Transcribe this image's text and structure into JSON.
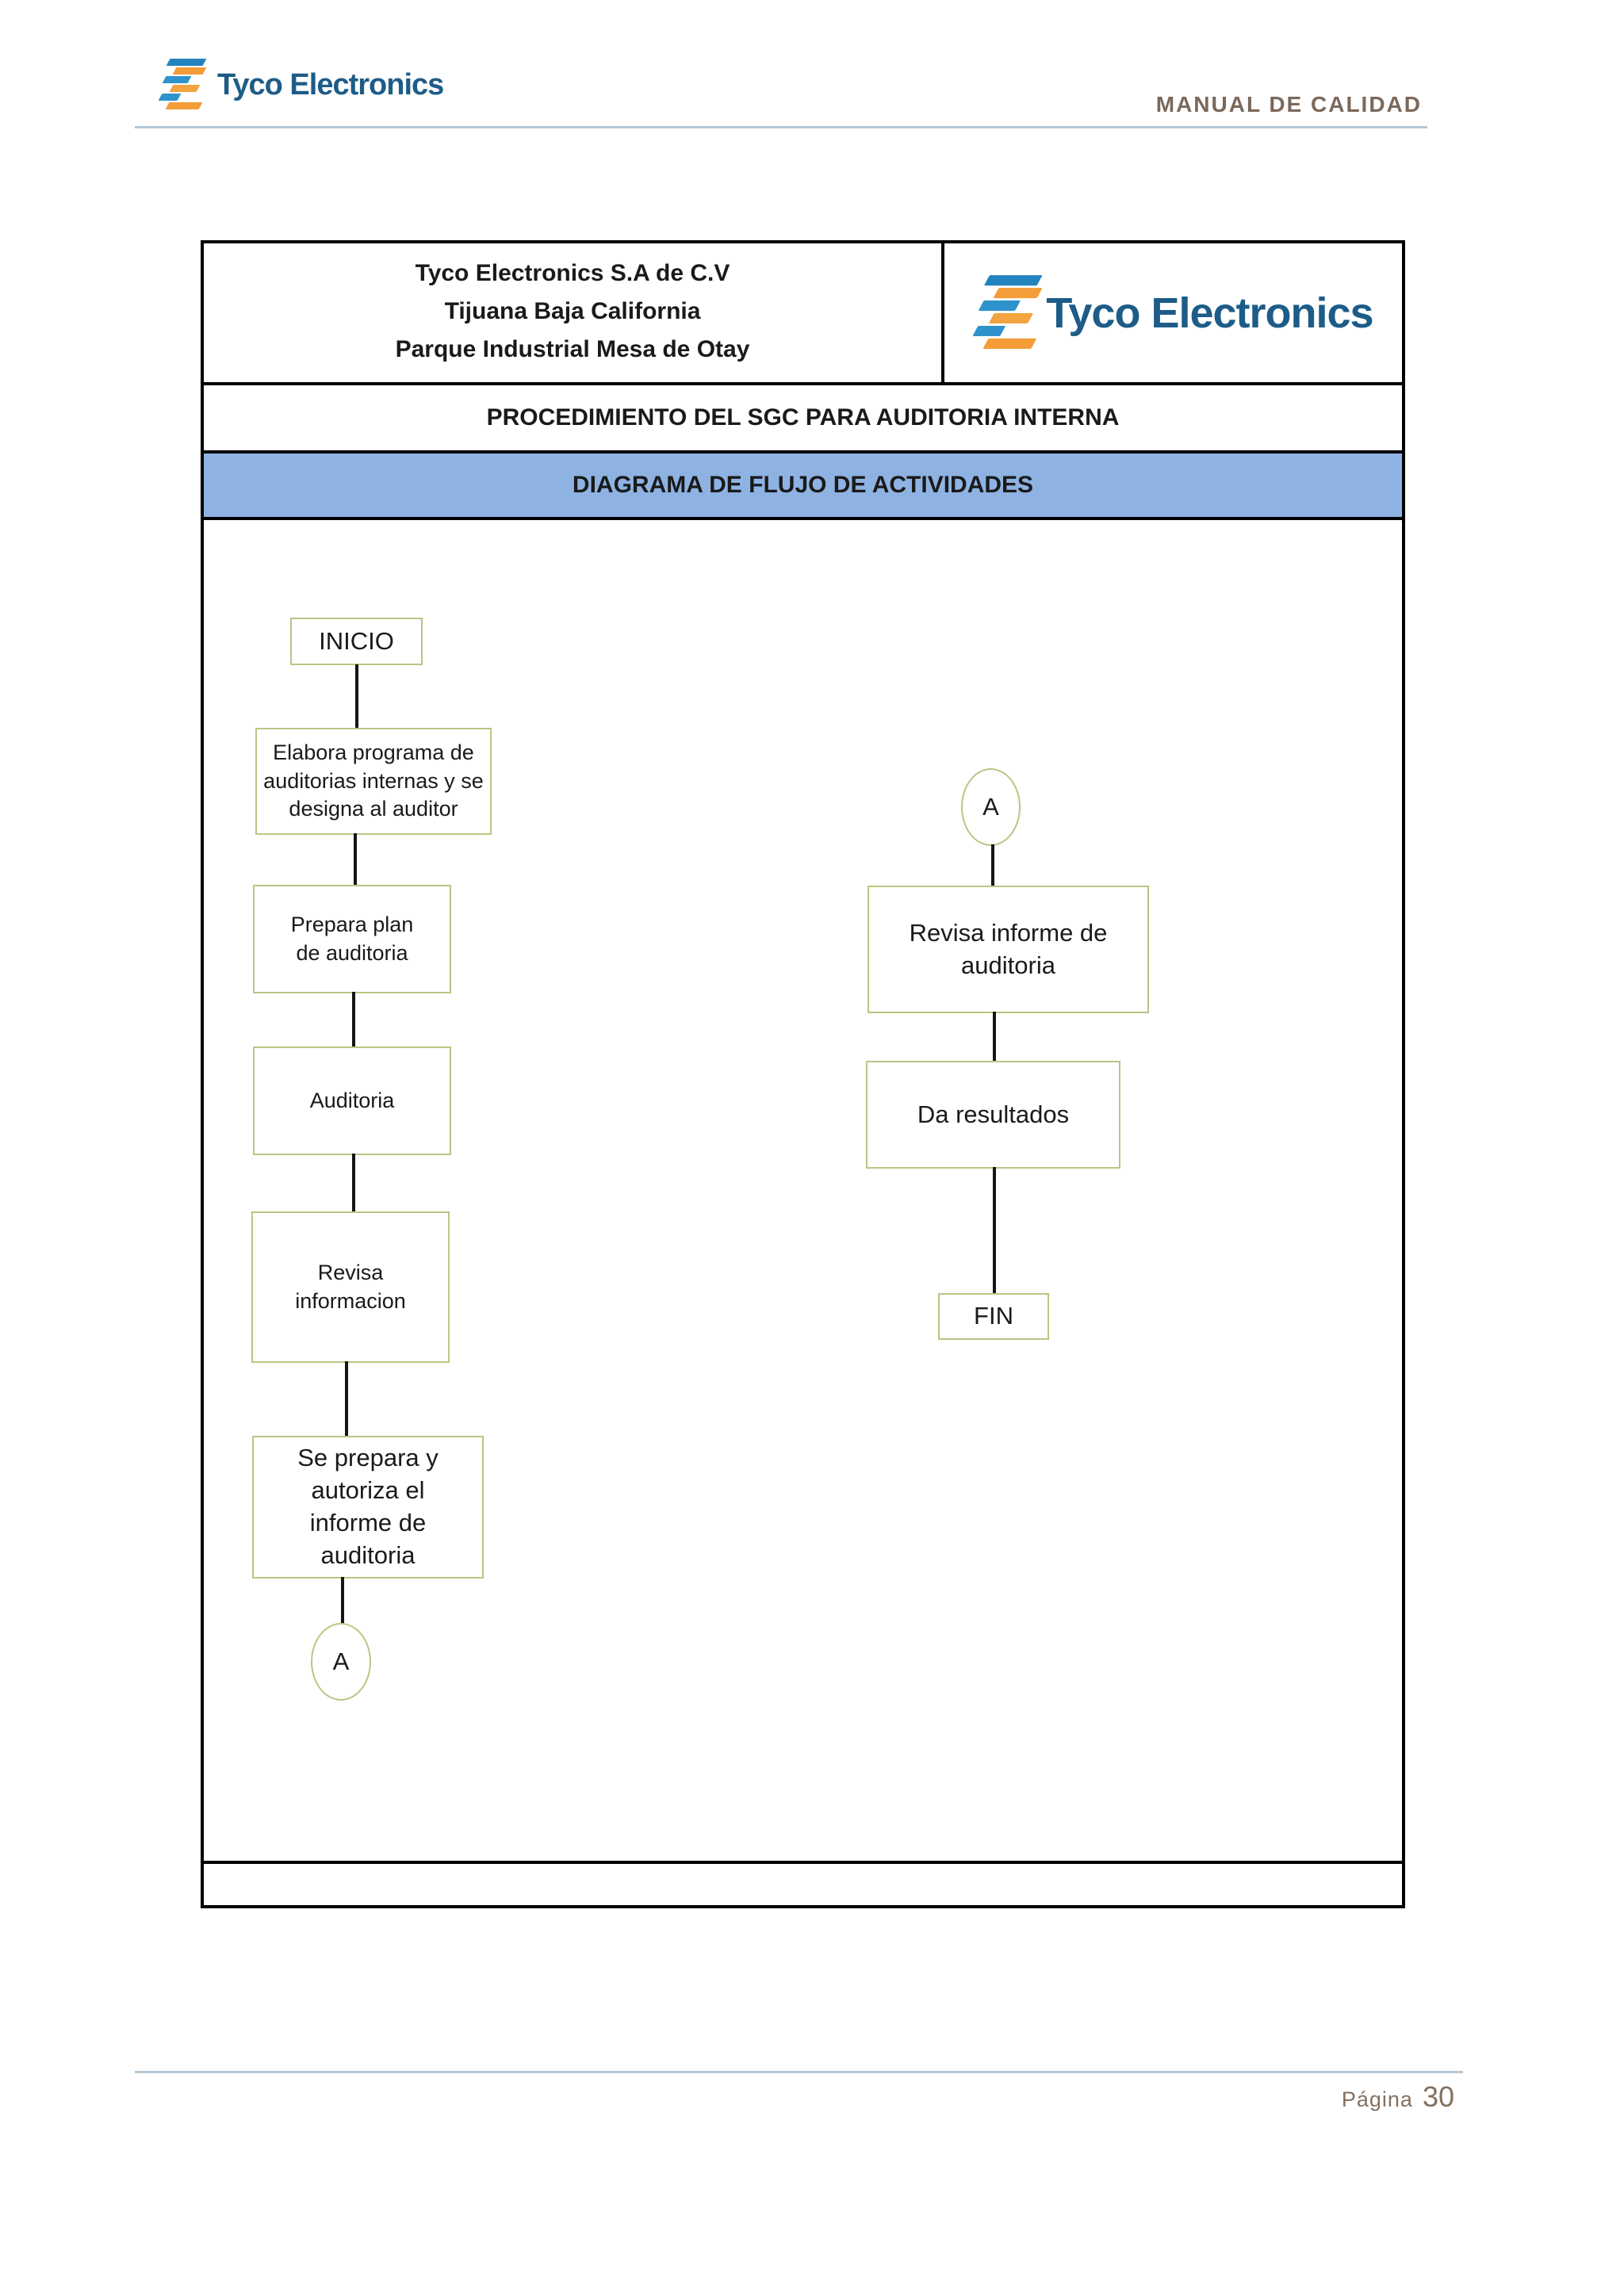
{
  "header": {
    "brand_name": "Tyco Electronics",
    "manual_title": "MANUAL DE CALIDAD"
  },
  "doc_table": {
    "company_line1": "Tyco Electronics S.A de C.V",
    "company_line2": "Tijuana Baja California",
    "company_line3": "Parque Industrial Mesa de Otay",
    "logo_text": "Tyco Electronics",
    "procedure_title": "PROCEDIMIENTO DEL SGC PARA AUDITORIA INTERNA",
    "diagram_title": "DIAGRAMA DE FLUJO DE ACTIVIDADES"
  },
  "flowchart": {
    "nodes": {
      "inicio": "INICIO",
      "elabora": "Elabora programa de auditorias internas y se designa al auditor",
      "prepara": "Prepara plan de auditoria",
      "auditoria": "Auditoria",
      "revisa_info": "Revisa informacion",
      "se_prepara": "Se prepara y autoriza el informe de auditoria",
      "connector_a_left": "A",
      "connector_a_right": "A",
      "revisa_informe": "Revisa informe de auditoria",
      "da_resultados": "Da resultados",
      "fin": "FIN"
    }
  },
  "footer": {
    "page_label": "Página",
    "page_number": "30"
  },
  "colors": {
    "banner_blue": "#8eb3e3",
    "flow_box_border": "#bfc383",
    "brand_blue": "#1d5c88",
    "logo_orange": "#f39c38",
    "logo_bar_blue": "#2383bd",
    "heading_brown": "#7b685a",
    "rule_blue": "#b4c7d5"
  }
}
